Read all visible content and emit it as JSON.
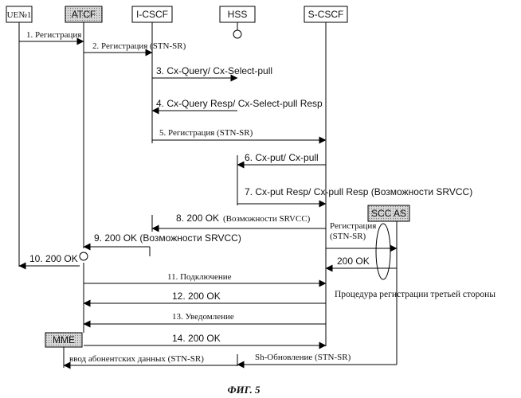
{
  "entities": {
    "ue": "UE№1",
    "atcf": "ATCF",
    "icscf": "I-CSCF",
    "hss": "HSS",
    "scscf": "S-CSCF",
    "sccas": "SCC AS",
    "mme": "MME"
  },
  "messages": {
    "m1": "1. Регистрация",
    "m2": "2. Регистрация (STN-SR)",
    "m3": "3. Cx-Query/ Cx-Select-pull",
    "m4": "4. Cx-Query Resp/ Cx-Select-pull Resp",
    "m5": "5. Регистрация (STN-SR)",
    "m6": "6. Cx-put/ Cx-pull",
    "m7": "7. Cx-put Resp/ Cx-pull Resp (Возможности SRVCC)",
    "m8a": "8. 200 OK",
    "m8b": "(Возможности SRVCC)",
    "m9": "9. 200 OK (Возможности SRVCC)",
    "m10": "10. 200 OK",
    "m11": "11. Подключение",
    "m12": "12. 200 OK",
    "m13": "13. Уведомление",
    "m14": "14. 200 OK",
    "m15": "ввод абонентских данных (STN-SR)",
    "sh": "Sh-Обновление (STN-SR)",
    "reg_a": "Регистрация",
    "reg_b": "(STN-SR)",
    "ok_scc": "200 OK",
    "third_party": "Процедура регистрации третьей стороны"
  },
  "caption": "ФИГ. 5"
}
